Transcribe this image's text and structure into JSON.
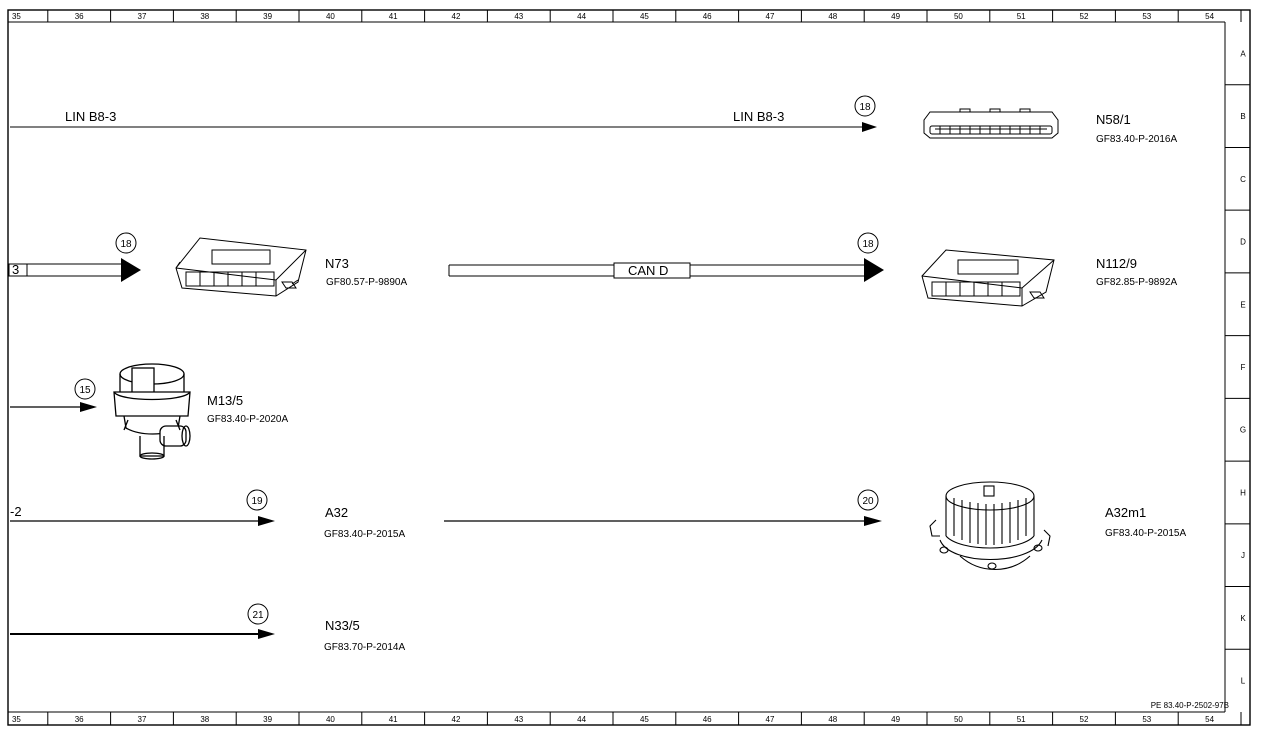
{
  "sheet": {
    "columns": [
      "35",
      "36",
      "37",
      "38",
      "39",
      "40",
      "41",
      "42",
      "43",
      "44",
      "45",
      "46",
      "47",
      "48",
      "49",
      "50",
      "51",
      "52",
      "53",
      "54"
    ],
    "rows": [
      "A",
      "B",
      "C",
      "D",
      "E",
      "F",
      "G",
      "H",
      "J",
      "K",
      "L"
    ],
    "doc_id": "PE 83.40-P-2502-97B"
  },
  "connections": {
    "lin_left": "LIN B8-3",
    "lin_right": "LIN B8-3",
    "can_label": "CAN D",
    "partial_left_1": "3",
    "partial_left_2": "-2",
    "refs": [
      "18",
      "18",
      "18",
      "15",
      "19",
      "20",
      "21"
    ]
  },
  "components": [
    {
      "id": "N58/1",
      "code": "GF83.40-P-2016A",
      "icon": "control-panel-icon"
    },
    {
      "id": "N73",
      "code": "GF80.57-P-9890A",
      "icon": "control-unit-icon"
    },
    {
      "id": "N112/9",
      "code": "GF82.85-P-9892A",
      "icon": "control-unit-icon"
    },
    {
      "id": "M13/5",
      "code": "GF83.40-P-2020A",
      "icon": "pump-icon"
    },
    {
      "id": "A32",
      "code": "GF83.40-P-2015A",
      "icon": ""
    },
    {
      "id": "A32m1",
      "code": "GF83.40-P-2015A",
      "icon": "blower-motor-icon"
    },
    {
      "id": "N33/5",
      "code": "GF83.70-P-2014A",
      "icon": ""
    }
  ]
}
